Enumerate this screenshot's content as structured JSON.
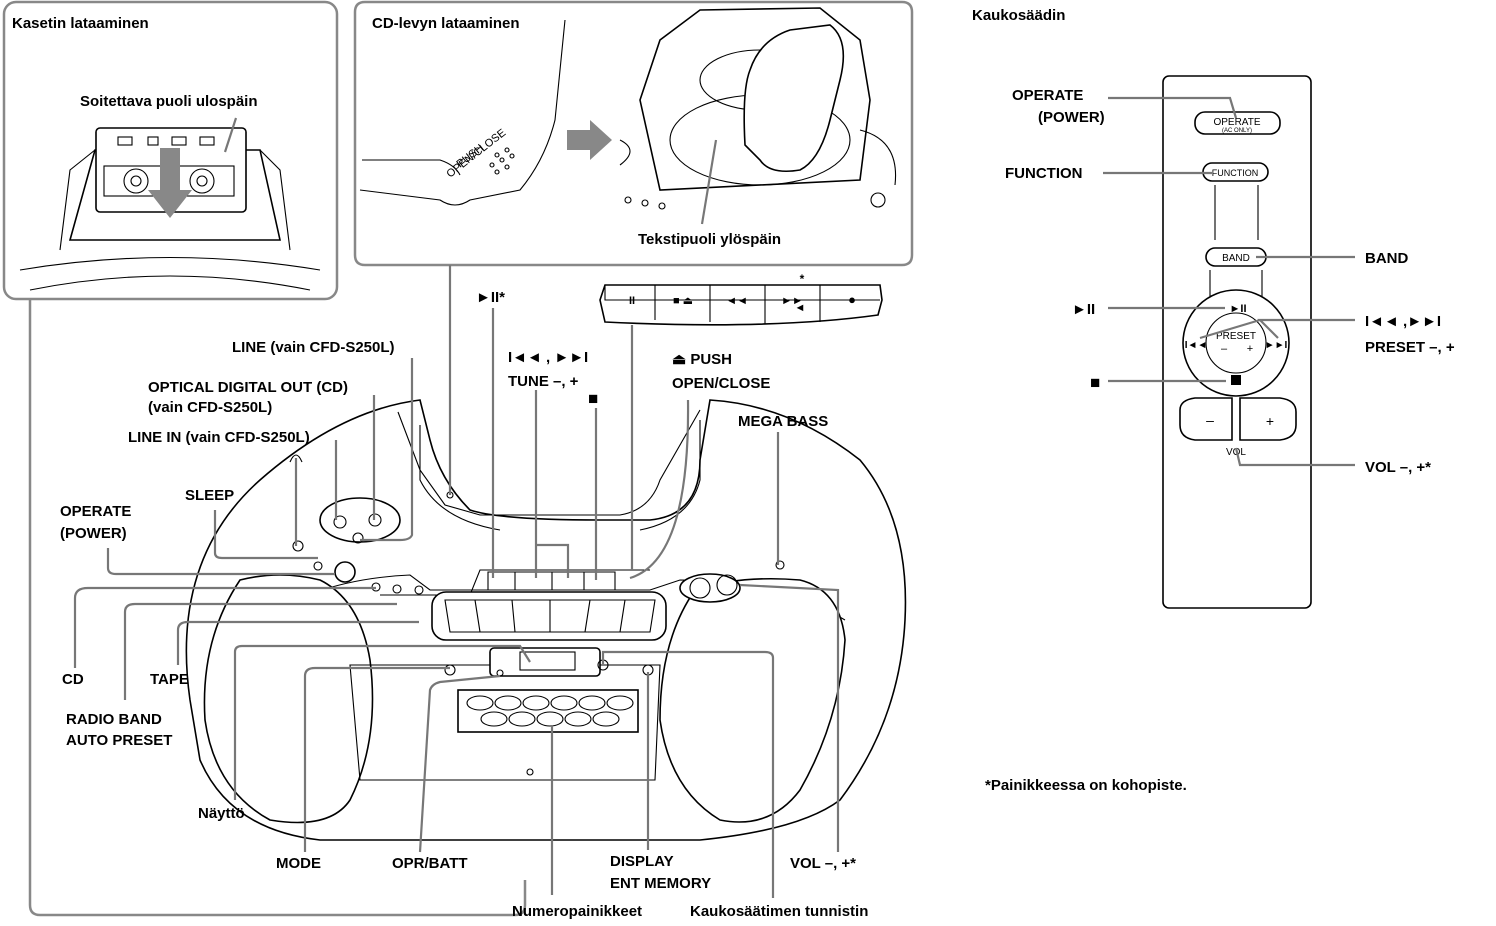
{
  "panels": {
    "cassette_title": "Kasetin lataaminen",
    "cassette_note": "Soitettava puoli ulospäin",
    "cd_title": "CD-levyn lataaminen",
    "cd_note": "Tekstipuoli ylöspäin",
    "cd_push_text_1": "PUSH",
    "cd_push_text_2": "OPEN/CLOSE"
  },
  "remote": {
    "title": "Kaukosäädin",
    "operate_1": "OPERATE",
    "operate_2": "(POWER)",
    "function": "FUNCTION",
    "band": "BAND",
    "play_pause": "►II",
    "stop": "■",
    "skip_1": "I◄◄ ,►►I",
    "skip_2": "PRESET –, +",
    "vol": "VOL –, +*",
    "btn_operate": "OPERATE",
    "btn_operate_sub": "(AC ONLY)",
    "btn_function": "FUNCTION",
    "btn_band": "BAND",
    "btn_preset": "PRESET",
    "btn_vol": "VOL"
  },
  "main_labels": {
    "line": "LINE (vain CFD-S250L)",
    "optical_1": "OPTICAL DIGITAL OUT (CD)",
    "optical_2": "(vain CFD-S250L)",
    "line_in": "LINE IN (vain CFD-S250L)",
    "operate_1": "OPERATE",
    "operate_2": "(POWER)",
    "sleep": "SLEEP",
    "cd": "CD",
    "tape": "TAPE",
    "radio_1": "RADIO BAND",
    "radio_2": "AUTO PRESET",
    "display_screen": "Näyttö",
    "mode": "MODE",
    "opr_batt": "OPR/BATT",
    "numbers": "Numeropainikkeet",
    "display_1": "DISPLAY",
    "display_2": "ENT MEMORY",
    "sensor": "Kaukosäätimen tunnistin",
    "vol": "VOL –, +*",
    "mega_bass": "MEGA BASS",
    "push_1": "⏏ PUSH",
    "push_2": "OPEN/CLOSE",
    "stop": "■",
    "skip": "I◄◄ , ►►I",
    "tune": "TUNE –, +",
    "play": "►II*"
  },
  "footnote": "*Painikkeessa on kohopiste.",
  "tape_deck": {
    "buttons": [
      "II",
      "■ ⏏",
      "◄◄",
      "►►",
      "◄",
      "●"
    ],
    "rec_mark": "*"
  }
}
